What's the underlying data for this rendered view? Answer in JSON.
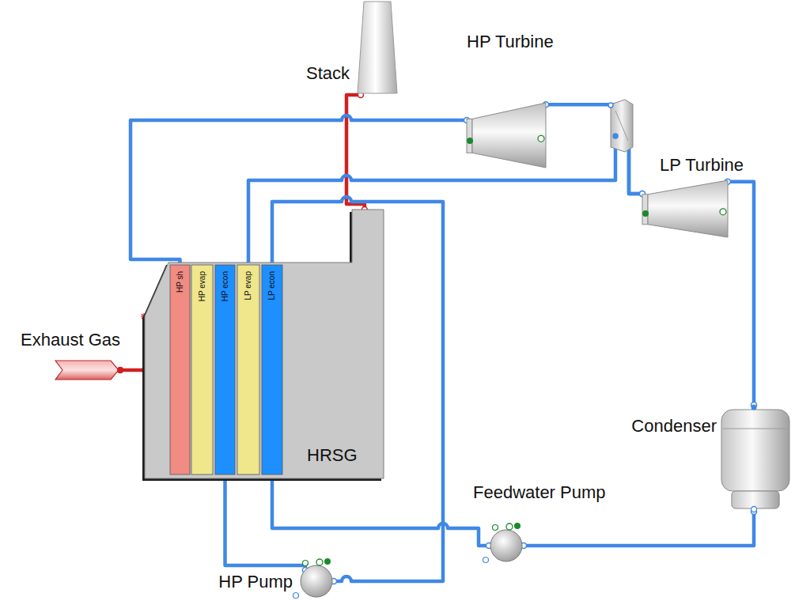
{
  "diagram": {
    "nodes": [
      {
        "text": [
          "Stack"
        ]
      },
      {
        "text": [
          "HP Turbine"
        ]
      },
      {
        "text": [
          "LP Turbine"
        ]
      },
      {
        "text": [
          "Exhaust Gas"
        ]
      },
      {
        "text": [
          "HRSG"
        ]
      },
      {
        "text": [
          "HP sh"
        ],
        "in": 4
      },
      {
        "text": [
          "HP evap"
        ],
        "in": 4
      },
      {
        "text": [
          "HP econ"
        ],
        "in": 4
      },
      {
        "text": [
          "LP evap"
        ],
        "in": 4
      },
      {
        "text": [
          "LP econ"
        ],
        "in": 4
      },
      {
        "text": [
          "Condenser"
        ]
      },
      {
        "text": [
          "Feedwater Pump"
        ]
      },
      {
        "text": [
          "HP Pump"
        ]
      }
    ],
    "edges": [
      {
        "from": 3,
        "to": 4,
        "arrow": "none"
      },
      {
        "from": 4,
        "to": 0,
        "arrow": "none"
      },
      {
        "from": 5,
        "to": 1,
        "arrow": "none"
      },
      {
        "from": 1,
        "to": 2,
        "arrow": "none"
      },
      {
        "from": 8,
        "to": 2,
        "arrow": "none"
      },
      {
        "from": 2,
        "to": 10,
        "arrow": "none"
      },
      {
        "from": 10,
        "to": 11,
        "arrow": "none"
      },
      {
        "from": 11,
        "to": 9,
        "arrow": "none"
      },
      {
        "from": 9,
        "to": 12,
        "arrow": "none"
      },
      {
        "from": 12,
        "to": 7,
        "arrow": "none"
      }
    ]
  }
}
